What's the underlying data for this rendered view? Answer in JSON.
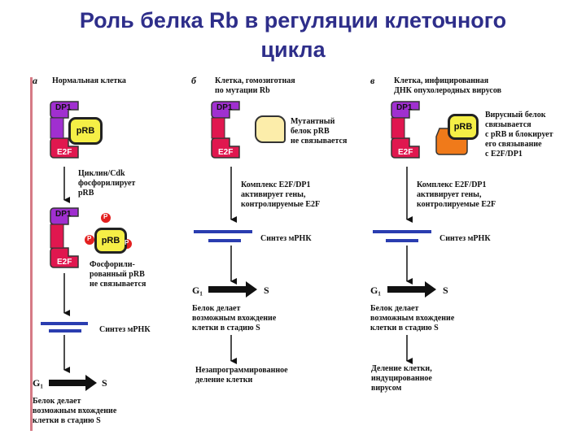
{
  "title": {
    "line1": "Роль белка Rb в регуляции клеточного",
    "line2": "цикла"
  },
  "panel_a": {
    "letter": "а",
    "header": "Нормальная клетка",
    "dp1": "DP1",
    "e2f": "E2F",
    "prb": "pRB",
    "step1": [
      "Циклин/Cdk",
      "фосфорилирует",
      "pRB"
    ],
    "p_mark": "P",
    "step2": [
      "Фосфорили-",
      "рованный pRB",
      "не связывается"
    ],
    "mrna": "Синтез мРНК",
    "g1": "G₁",
    "s": "S",
    "result": [
      "Белок делает",
      "возможным вхождение",
      "клетки в стадию S"
    ]
  },
  "panel_b": {
    "letter": "б",
    "header": [
      "Клетка, гомозиготная",
      "по мутации Rb"
    ],
    "dp1": "DP1",
    "e2f": "E2F",
    "mutant": [
      "Мутантный",
      "белок pRB",
      "не связывается"
    ],
    "complex": [
      "Комплекс E2F/DP1",
      "активирует гены,",
      "контролируемые E2F"
    ],
    "mrna": "Синтез мРНК",
    "g1": "G₁",
    "s": "S",
    "result": [
      "Белок делает",
      "возможным вхождение",
      "клетки в стадию S"
    ],
    "final": [
      "Незапрограммированное",
      "деление клетки"
    ]
  },
  "panel_c": {
    "letter": "в",
    "header": [
      "Клетка, инфицированная",
      "ДНК опухолеродных вирусов"
    ],
    "dp1": "DP1",
    "e2f": "E2F",
    "prb": "pRB",
    "viral": [
      "Вирусный белок",
      "связывается",
      "с pRB и блокирует",
      "его связывание",
      "с E2F/DP1"
    ],
    "complex": [
      "Комплекс E2F/DP1",
      "активирует гены,",
      "контролируемые E2F"
    ],
    "mrna": "Синтез мРНК",
    "g1": "G₁",
    "s": "S",
    "result": [
      "Белок делает",
      "возможным вхождение",
      "клетки в стадию S"
    ],
    "final": [
      "Деление клетки,",
      "индуцированное",
      "вирусом"
    ]
  },
  "colors": {
    "title": "#2e2e8a",
    "dp1": "#a02fd0",
    "e2f": "#e0174f",
    "prb": "#f5ef46",
    "mutant": "#fcedaa",
    "viral": "#f07a1a",
    "mrna_bar": "#2a3db0",
    "arrow": "#111111",
    "p_dot": "#e32020"
  }
}
